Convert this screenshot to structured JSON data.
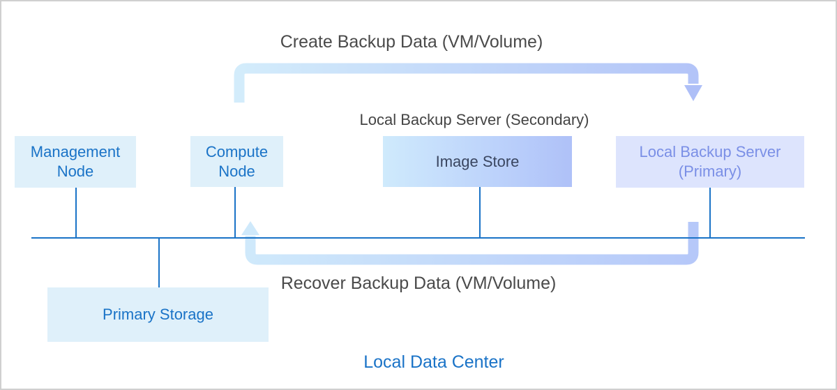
{
  "flows": {
    "create_label": "Create Backup Data (VM/Volume)",
    "recover_label": "Recover Backup Data (VM/Volume)"
  },
  "secondary_server_label": "Local Backup Server (Secondary)",
  "nodes": {
    "management": {
      "line1": "Management",
      "line2": "Node"
    },
    "compute": {
      "line1": "Compute",
      "line2": "Node"
    },
    "image_store": {
      "label": "Image Store"
    },
    "backup_primary": {
      "line1": "Local Backup Server",
      "line2": "(Primary)"
    },
    "primary_storage": {
      "label": "Primary Storage"
    }
  },
  "footer_label": "Local Data Center",
  "colors": {
    "network_line": "#1a73c7",
    "node_fill": "#dff0fa",
    "node_text": "#1a73c7",
    "arrow_start": "#d3ecfb",
    "arrow_end": "#b3c4f8",
    "primary_server_fill": "#dde4fd",
    "primary_server_text": "#7a8fe6"
  }
}
